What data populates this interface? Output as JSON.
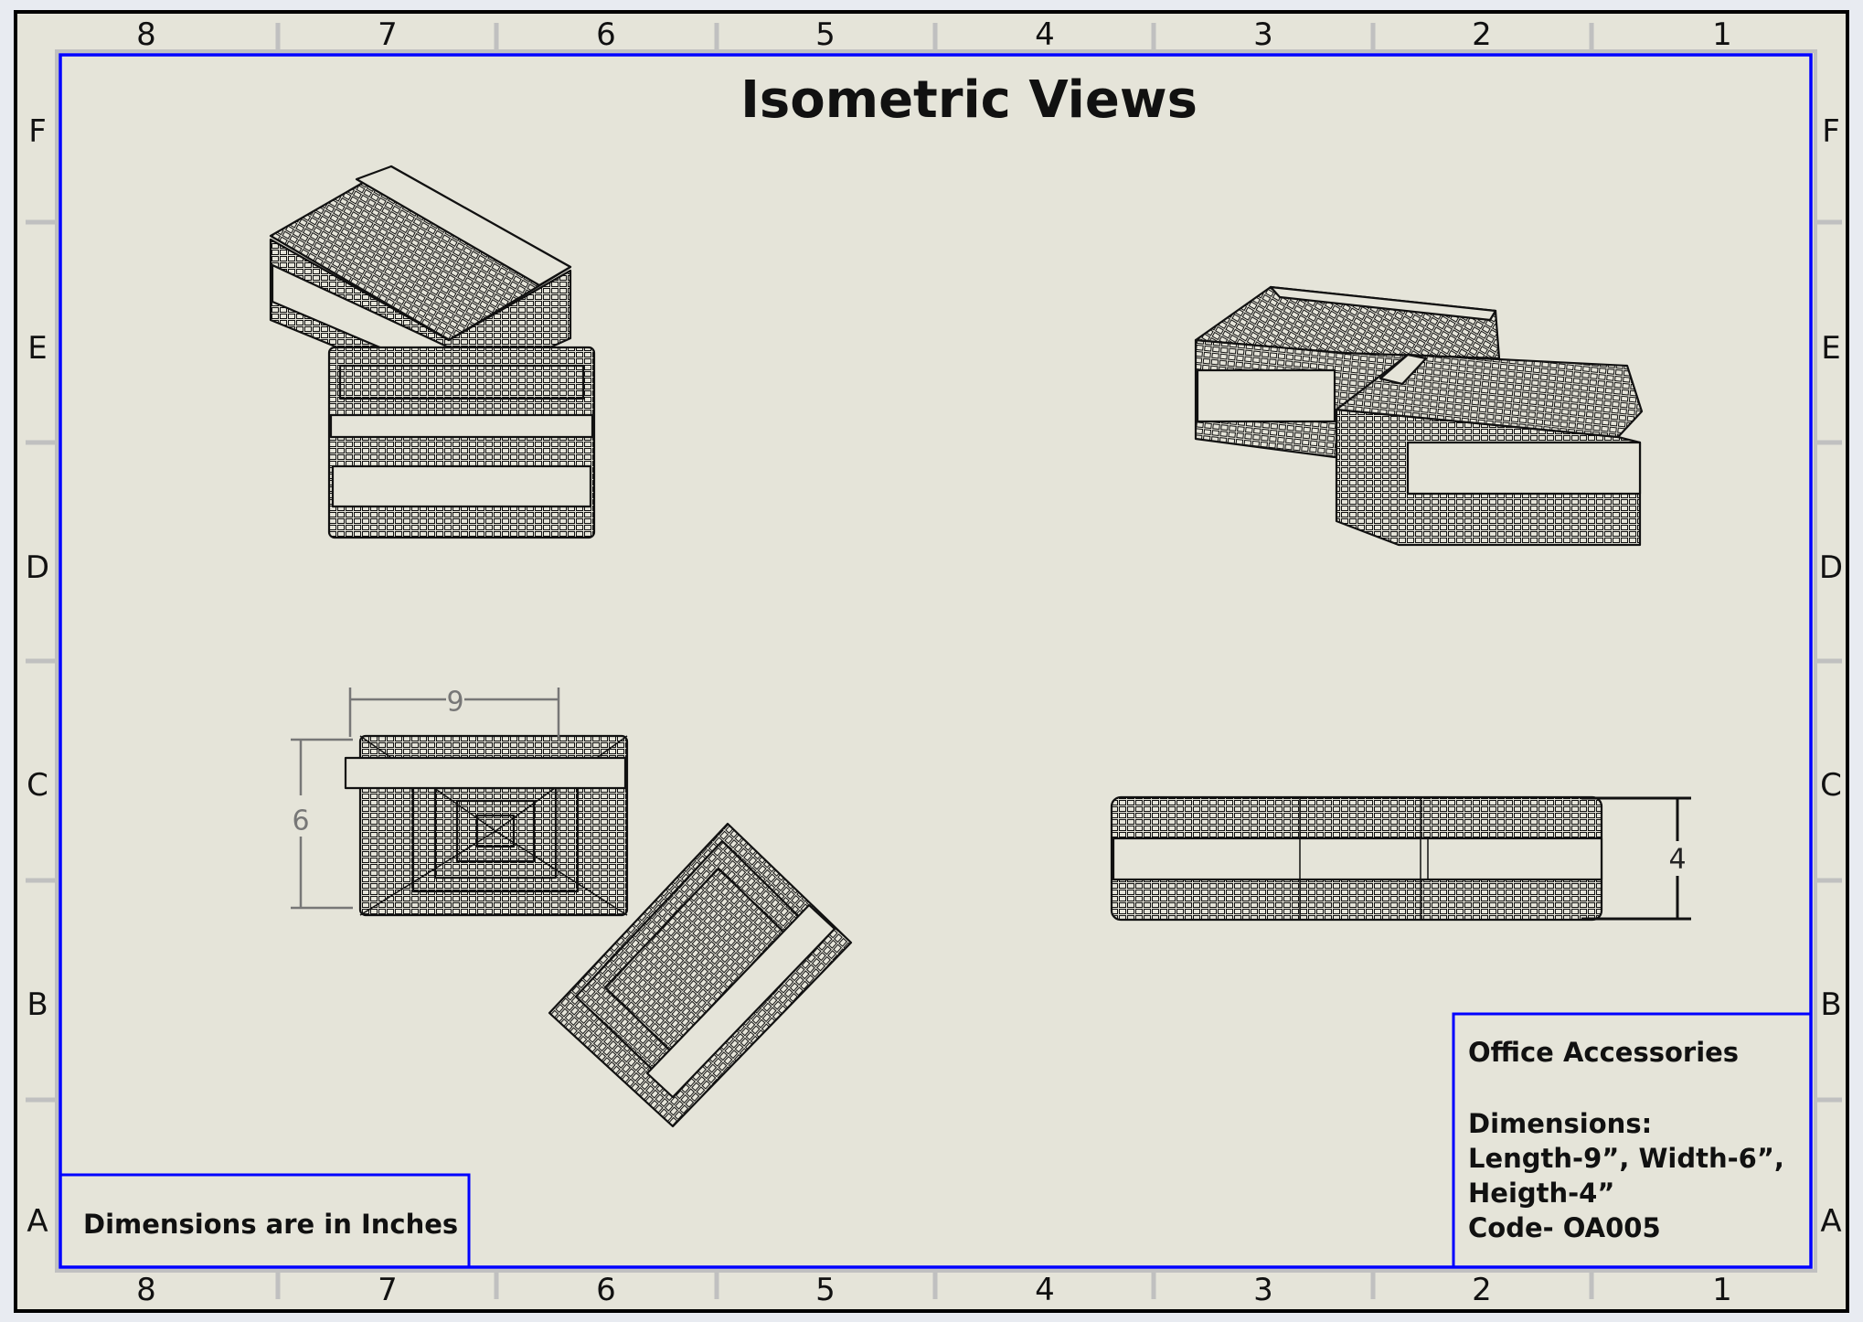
{
  "sheet": {
    "title": "Isometric Views",
    "zone_columns": [
      "8",
      "7",
      "6",
      "5",
      "4",
      "3",
      "2",
      "1"
    ],
    "zone_rows": [
      "F",
      "E",
      "D",
      "C",
      "B",
      "A"
    ],
    "note": "Dimensions are in Inches",
    "frame_color": "#0000ff",
    "paper_color": "#e5e4d9"
  },
  "title_block": {
    "product": "Office Accessories",
    "dimensions_label": "Dimensions:",
    "dimensions_line1": "Length-9”, Width-6”,",
    "dimensions_line2": "Heigth-4”",
    "code": "Code- OA005"
  },
  "dimensions": {
    "length": "9",
    "width": "6",
    "height": "4"
  }
}
